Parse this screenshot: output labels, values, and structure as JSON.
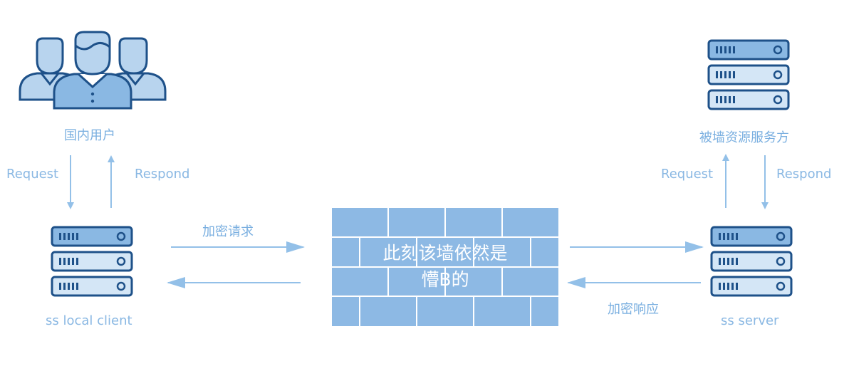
{
  "nodes": {
    "domestic_users": "国内用户",
    "blocked_service": "被墙资源服务方",
    "local_client": "ss local client",
    "server": "ss server"
  },
  "edges": {
    "left_request": "Request",
    "left_respond": "Respond",
    "right_request": "Request",
    "right_respond": "Respond",
    "encrypted_request": "加密请求",
    "encrypted_response": "加密响应"
  },
  "wall": {
    "line1": "此刻该墙依然是",
    "line2": "懵B的"
  },
  "colors": {
    "primary": "#1e5189",
    "fill_light": "#b8d4ee",
    "fill_mid": "#8ab8e3",
    "arrow": "#93c0e8",
    "wall_brick": "#8db9e4",
    "label": "#8ab8e3"
  }
}
